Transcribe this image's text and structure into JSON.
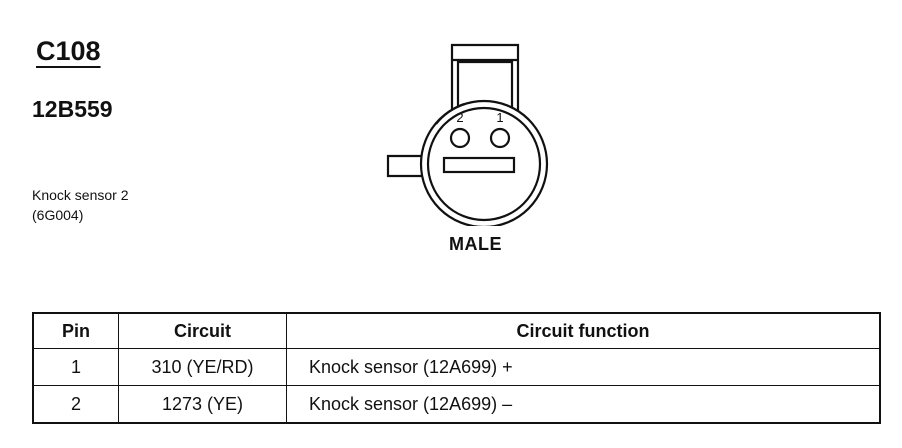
{
  "connector": {
    "id": "C108",
    "part_number": "12B559",
    "component_name": "Knock sensor 2",
    "component_code": "(6G004)",
    "gender": "MALE",
    "pin_labels": [
      "2",
      "1"
    ]
  },
  "table": {
    "headers": [
      "Pin",
      "Circuit",
      "Circuit function"
    ],
    "rows": [
      {
        "pin": "1",
        "circuit": "310 (YE/RD)",
        "function": "Knock sensor (12A699) +"
      },
      {
        "pin": "2",
        "circuit": "1273 (YE)",
        "function": "Knock sensor (12A699) –"
      }
    ]
  }
}
